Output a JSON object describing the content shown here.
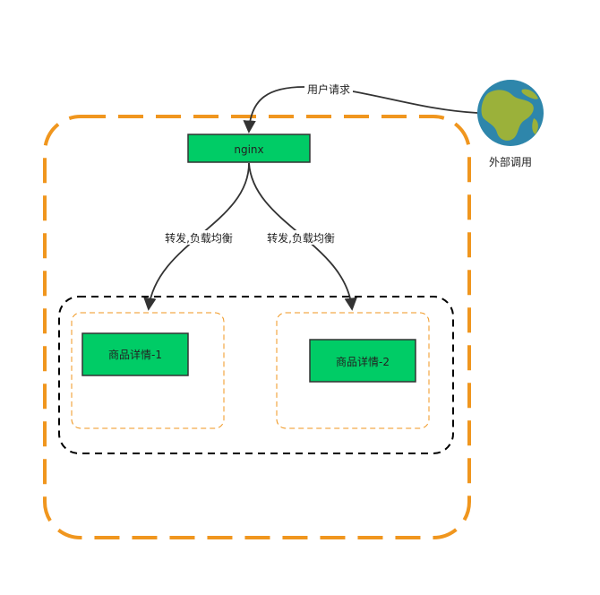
{
  "nodes": {
    "nginx": "nginx",
    "detail_1": "商品详情-1",
    "detail_2": "商品详情-2"
  },
  "edges": {
    "user_request": "用户请求",
    "forward_left": "转发,负载均衡",
    "forward_right": "转发,负载均衡"
  },
  "external": {
    "label": "外部调用",
    "icon": "globe-icon"
  },
  "colors": {
    "node_fill": "#00cc66",
    "outer_border": "#f0961e",
    "inner_border": "#f0961e",
    "cluster_border": "#000000",
    "edge": "#333333",
    "globe_ocean": "#2e86ab",
    "globe_land": "#9bb13a"
  }
}
